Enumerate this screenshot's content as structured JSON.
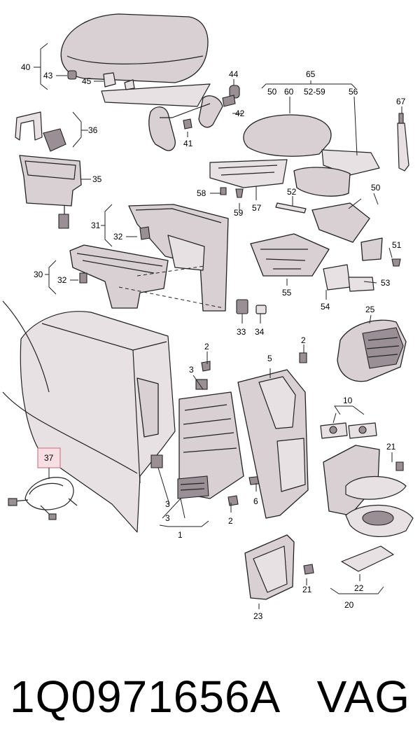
{
  "callouts": {
    "c40": "40",
    "c43": "43",
    "c45": "45",
    "c44": "44",
    "c42": "42",
    "c41": "41",
    "c65": "65",
    "c50a": "50",
    "c60": "60",
    "c5259": "52-59",
    "c56": "56",
    "c67": "67",
    "c36": "36",
    "c35": "35",
    "c58": "58",
    "c59": "59",
    "c57": "57",
    "c52": "52",
    "c50b": "50",
    "c51": "51",
    "c31": "31",
    "c32a": "32",
    "c30": "30",
    "c32b": "32",
    "c55": "55",
    "c54": "54",
    "c53": "53",
    "c33": "33",
    "c34": "34",
    "c25": "25",
    "c2a": "2",
    "c2b": "2",
    "c5": "5",
    "c3a": "3",
    "c37": "37",
    "c10": "10",
    "c21a": "21",
    "c3b": "3",
    "c3c": "3",
    "c2c": "2",
    "c6": "6",
    "c1": "1",
    "c21b": "21",
    "c22": "22",
    "c20": "20",
    "c23": "23"
  },
  "footer": {
    "part_number": "1Q0971656A",
    "brand": "VAG"
  }
}
